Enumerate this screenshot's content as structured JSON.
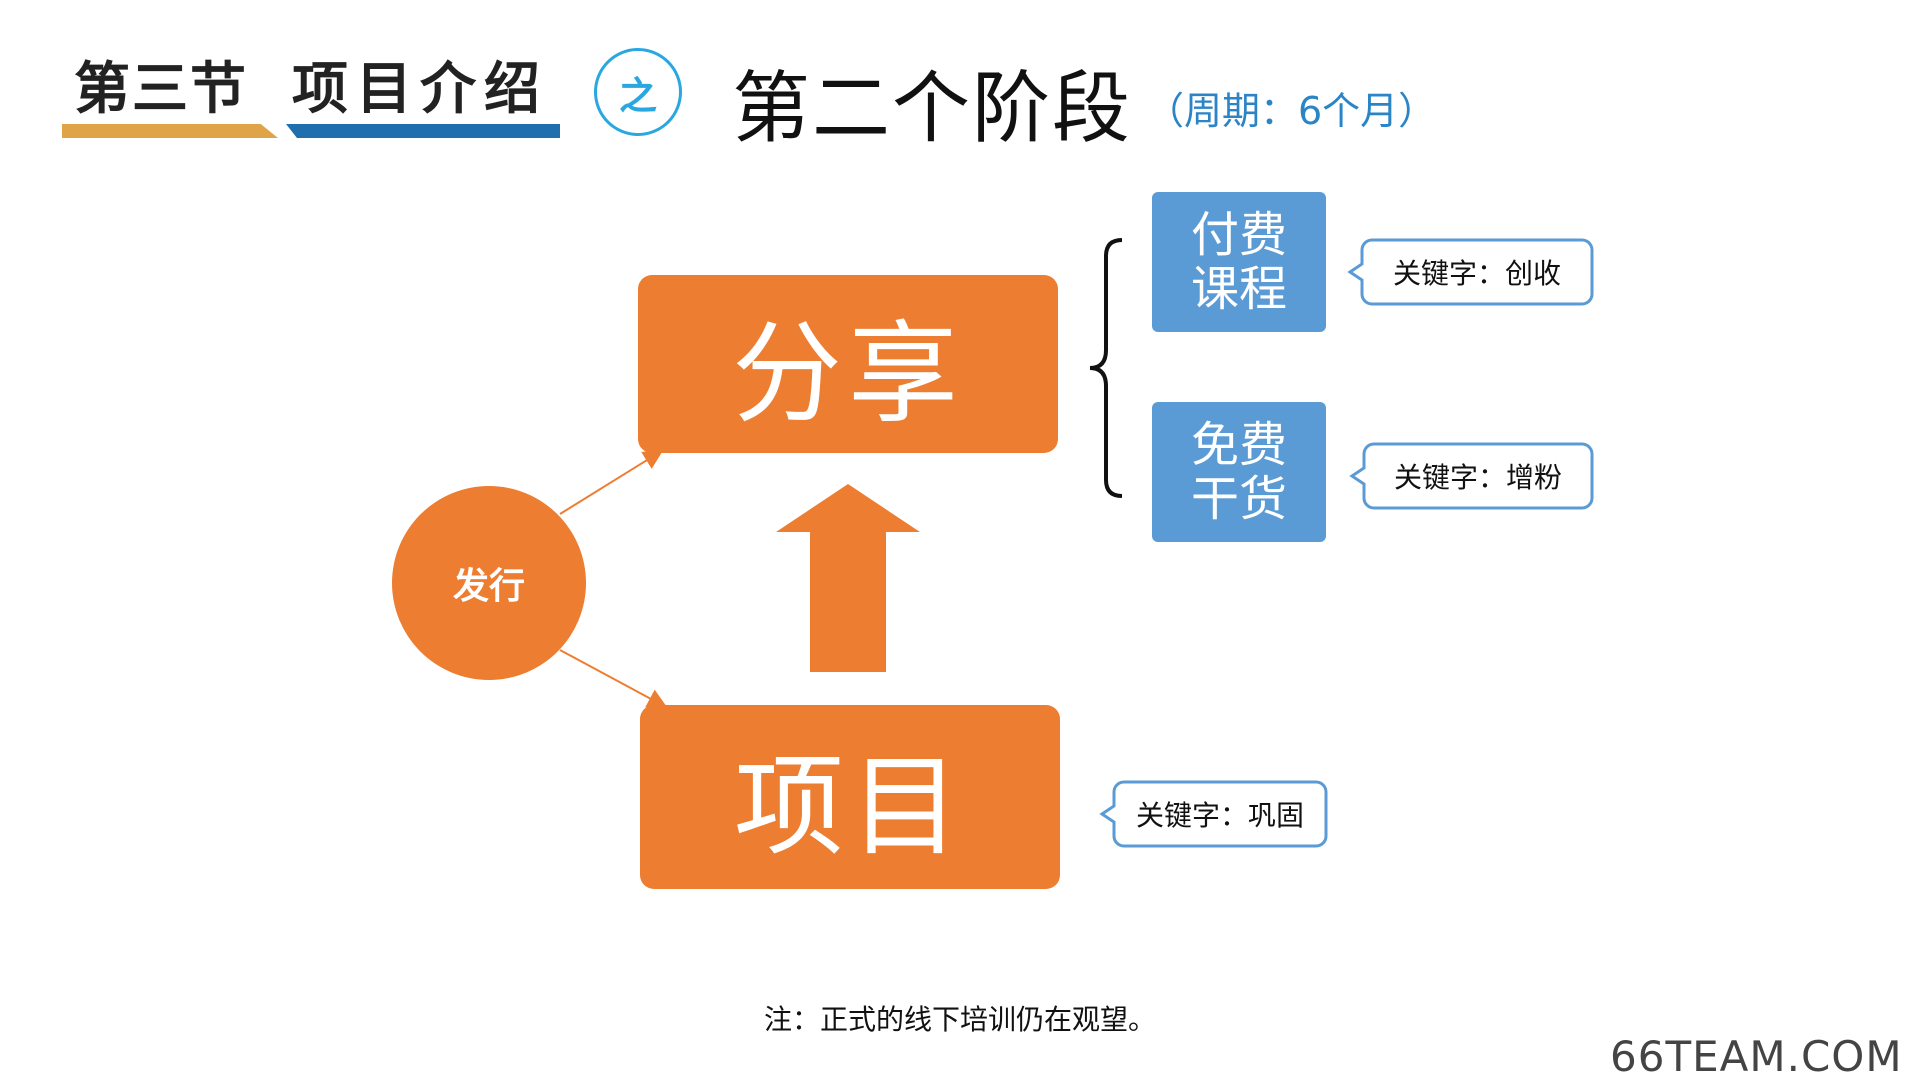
{
  "header": {
    "section": "第三节",
    "project": "项目介绍",
    "connector": "之",
    "stage": "第二个阶段",
    "period": "（周期：6个月）"
  },
  "diagram": {
    "share": "分享",
    "project": "项目",
    "release": "发行",
    "paid_course": [
      "付费",
      "课程"
    ],
    "free_content": [
      "免费",
      "干货"
    ],
    "keywords": {
      "paid": "关键字：创收",
      "free": "关键字：增粉",
      "project": "关键字：巩固"
    }
  },
  "footer": {
    "note": "注：正式的线下培训仍在观望。",
    "brand": "66TEAM.COM"
  },
  "colors": {
    "orange": "#ed7d31",
    "blue": "#5b9bd5",
    "accent_blue": "#29a7e1",
    "gold": "#e0a448",
    "navy": "#1f6fae",
    "callout_border": "#5b9bd5"
  }
}
